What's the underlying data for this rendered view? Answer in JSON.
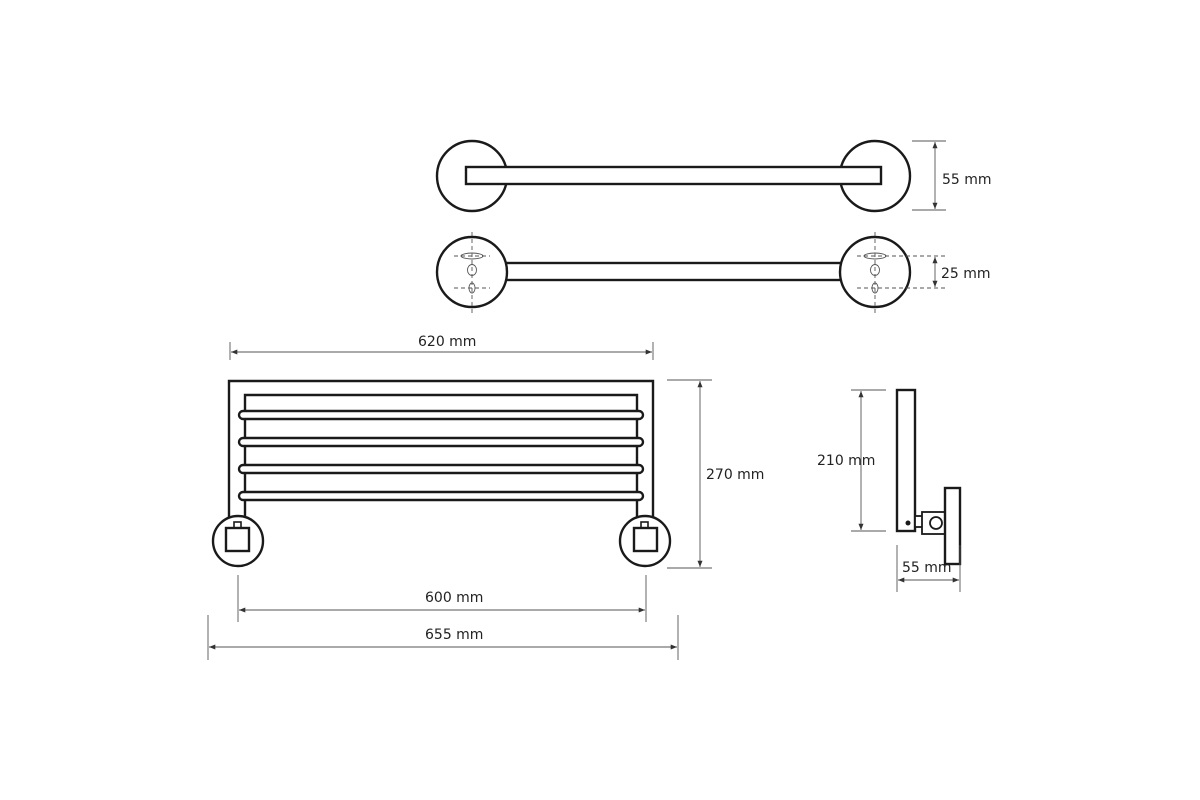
{
  "title": "Towel rack dimension drawing",
  "dimensions": {
    "top_height": "55 mm",
    "hole_spacing": "25 mm",
    "frame_width": "620 mm",
    "total_height": "270 mm",
    "side_height": "210 mm",
    "depth": "55 mm",
    "inner_width": "600 mm",
    "overall_width": "655 mm"
  },
  "colors": {
    "line": "#1a1a1a",
    "dimension": "#555555"
  }
}
